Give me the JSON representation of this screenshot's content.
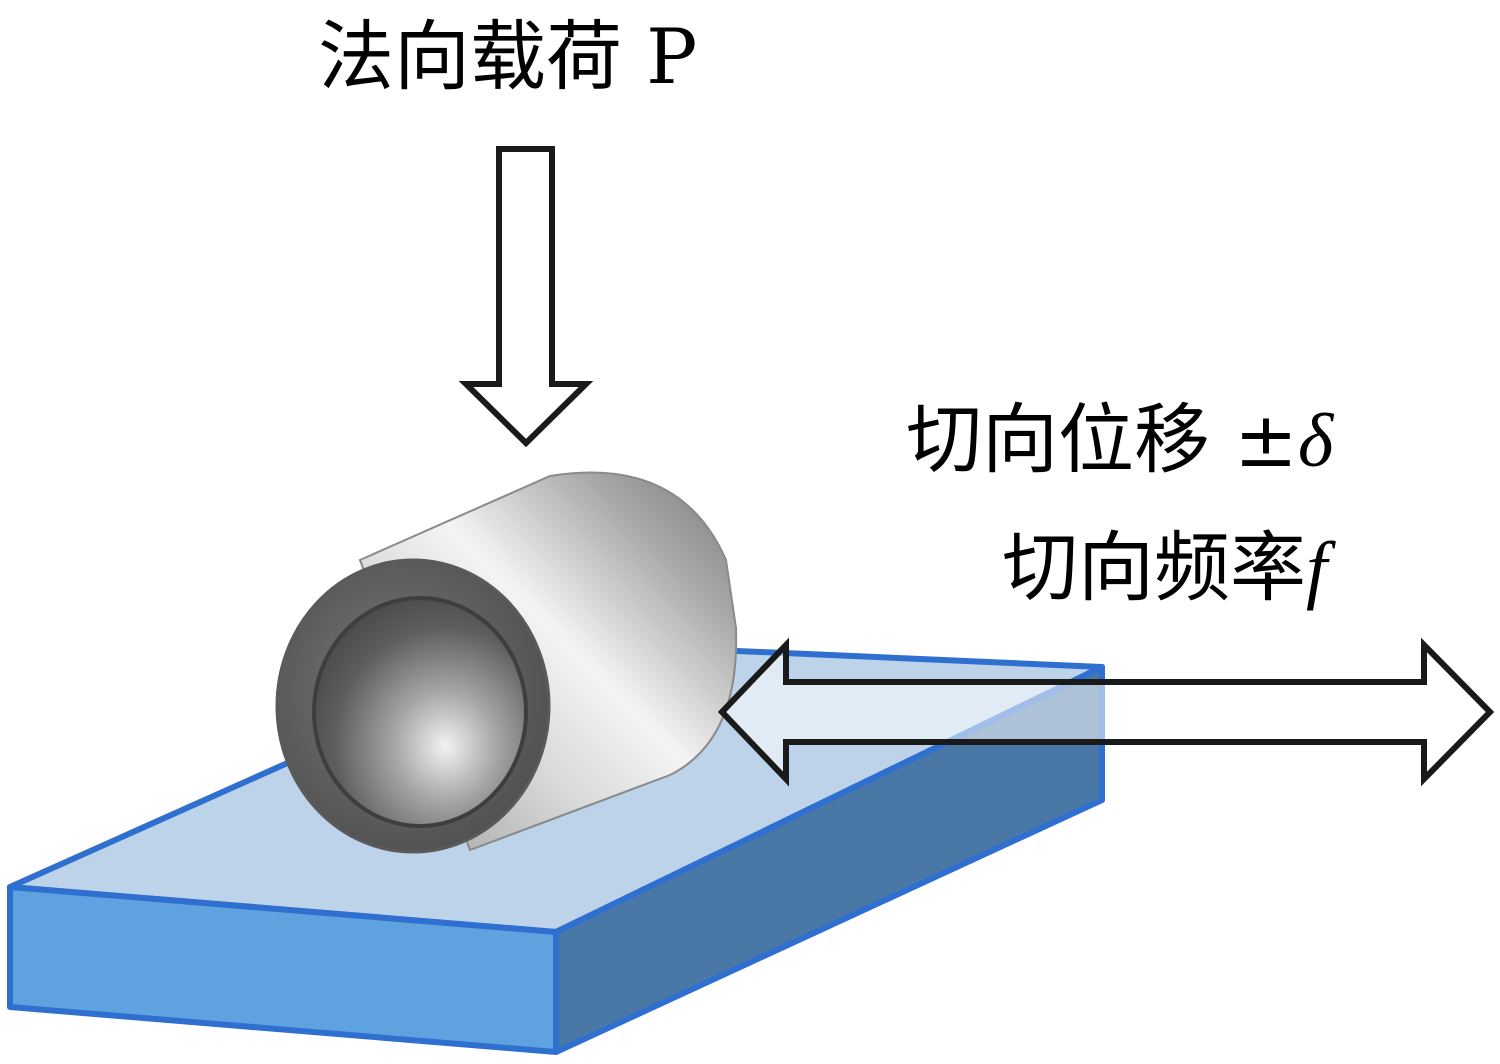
{
  "labels": {
    "normal_load": "法向载荷 P",
    "tangential_displacement": "切向位移 ±",
    "displacement_symbol": "δ",
    "tangential_frequency": "切向频率",
    "frequency_symbol": "f"
  },
  "colors": {
    "plate_top": "#bdd3ea",
    "plate_front": "#5ea3e0",
    "plate_side": "#4a78a6",
    "plate_edge": "#2f6fcf",
    "cylinder_body": "#8f8f8f",
    "cylinder_end": "#6b6b6b",
    "cylinder_bore": "#5a5a5a",
    "arrow_fill": "#ffffff",
    "arrow_stroke": "#1a1a1a"
  }
}
